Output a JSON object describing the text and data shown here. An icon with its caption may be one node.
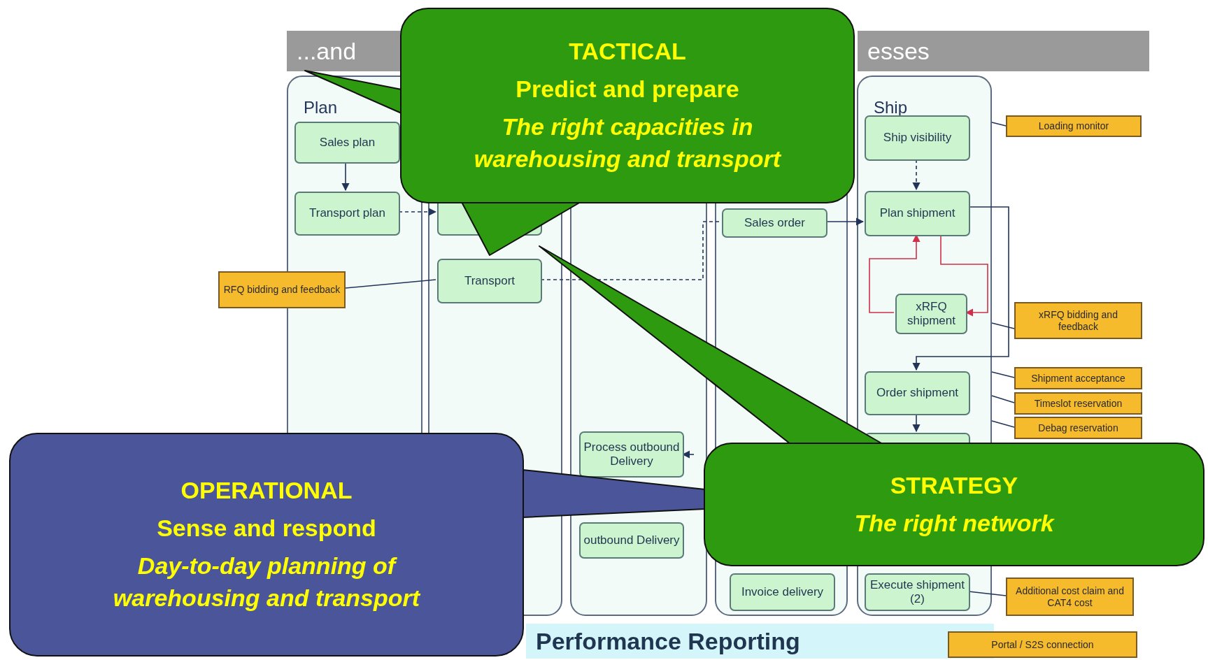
{
  "diagram": {
    "nodes": [
      {
        "text": [
          "...and"
        ]
      },
      {
        "text": [
          "esses"
        ]
      },
      {
        "text": [
          "Plan"
        ]
      },
      {
        "text": [
          "Sales plan"
        ],
        "in": 2
      },
      {
        "text": [
          "Transport plan"
        ],
        "in": 2
      },
      {
        "text": [],
        "shape": "box"
      },
      {
        "text": [],
        "shape": "box",
        "in": 5
      },
      {
        "text": [
          "Transport"
        ],
        "in": 5
      },
      {
        "text": [],
        "shape": "box"
      },
      {
        "text": [
          "Process outbound Delivery"
        ],
        "in": 8
      },
      {
        "text": [
          "outbound Delivery"
        ],
        "in": 8
      },
      {
        "text": [],
        "shape": "box"
      },
      {
        "text": [
          "Sales order"
        ],
        "in": 11
      },
      {
        "text": [
          "Invoice delivery"
        ],
        "in": 11
      },
      {
        "text": [
          "Ship"
        ]
      },
      {
        "text": [
          "Ship visibility"
        ],
        "in": 14
      },
      {
        "text": [
          "Plan shipment"
        ],
        "in": 14
      },
      {
        "text": [
          "xRFQ shipment"
        ],
        "in": 14
      },
      {
        "text": [
          "Order shipment"
        ],
        "in": 14
      },
      {
        "text": [],
        "shape": "box",
        "in": 14
      },
      {
        "text": [
          "Execute shipment (2)"
        ],
        "in": 14
      },
      {
        "text": [
          "Performance Reporting"
        ]
      },
      {
        "text": [
          "Loading monitor"
        ]
      },
      {
        "text": [
          "RFQ bidding and feedback"
        ]
      },
      {
        "text": [
          "xRFQ bidding and feedback"
        ]
      },
      {
        "text": [
          "Shipment acceptance"
        ]
      },
      {
        "text": [
          "Timeslot reservation"
        ]
      },
      {
        "text": [
          "Debag reservation"
        ]
      },
      {
        "text": [
          "Additional cost claim and CAT4 cost"
        ]
      },
      {
        "text": [
          "Portal / S2S connection"
        ]
      },
      {
        "text": [
          "TACTICAL",
          "Predict and prepare",
          "The right capacities in warehousing and transport"
        ]
      },
      {
        "text": [
          "OPERATIONAL",
          "Sense and respond",
          "Day-to-day planning of warehousing and transport"
        ]
      },
      {
        "text": [
          "STRATEGY",
          "The right network"
        ]
      },
      {
        "text": [],
        "shape": "triangle"
      },
      {
        "text": [],
        "shape": "triangle"
      },
      {
        "text": [],
        "shape": "triangle"
      },
      {
        "text": [],
        "shape": "triangle"
      }
    ],
    "edges": [
      {
        "from": 3,
        "to": 4,
        "arrow": "to"
      },
      {
        "from": 4,
        "to": 6,
        "arrow": "to",
        "style": "dashed"
      },
      {
        "from": 15,
        "to": 16,
        "arrow": "to",
        "style": "dashed"
      },
      {
        "from": 12,
        "to": 16,
        "arrow": "to"
      },
      {
        "from": 16,
        "to": 17,
        "arrow": "to",
        "color": "#d0304a"
      },
      {
        "from": 17,
        "to": 16,
        "arrow": "to",
        "color": "#d0304a"
      },
      {
        "from": 16,
        "to": 18,
        "arrow": "to"
      },
      {
        "from": 18,
        "to": 19,
        "arrow": "to"
      },
      {
        "from": 7,
        "to": 12,
        "arrow": "none",
        "style": "dashed"
      },
      {
        "from": null,
        "to": 9,
        "arrow": "to"
      },
      {
        "from": 22,
        "to": 14,
        "arrow": "none"
      },
      {
        "from": 23,
        "to": 7,
        "arrow": "none"
      },
      {
        "from": 24,
        "to": 14,
        "arrow": "none"
      },
      {
        "from": 25,
        "to": 14,
        "arrow": "none"
      },
      {
        "from": 26,
        "to": 14,
        "arrow": "none"
      },
      {
        "from": 27,
        "to": 14,
        "arrow": "none"
      },
      {
        "from": 28,
        "to": 20,
        "arrow": "none"
      }
    ]
  }
}
